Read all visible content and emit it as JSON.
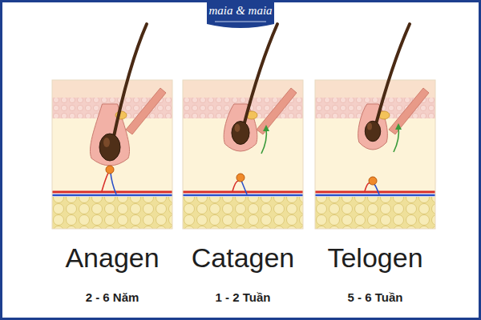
{
  "diagram": {
    "labels": [
      "maia & maia",
      "Anagen",
      "2 - 6 Năm",
      "Catagen",
      "1 - 2 Tuần",
      "Telogen",
      "5 - 6 Tuần"
    ]
  }
}
